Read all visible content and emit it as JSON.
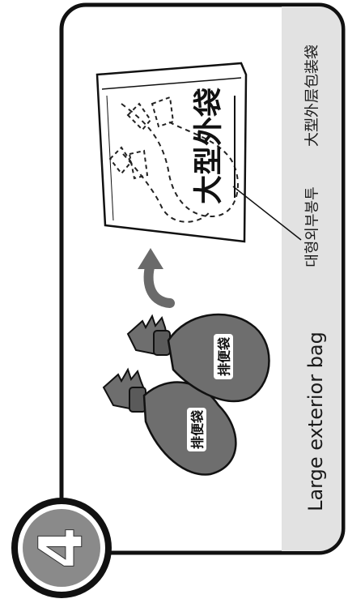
{
  "step": {
    "number": "4"
  },
  "illustration": {
    "small_bag_label_1": "排便袋",
    "small_bag_label_2": "排便袋",
    "big_bag_label": "大型外袋"
  },
  "captions": {
    "english": "Large exterior bag",
    "korean": "대형외부봉투",
    "chinese": "大型外层包装袋"
  },
  "colors": {
    "frame": "#111111",
    "caption_panel": "#e2e2e2",
    "bag_fill": "#6e6e6e",
    "badge_fill": "#8a8a8a",
    "badge_outer": "#111111",
    "label_bg": "#ffffff",
    "arrow": "#6a6a6a"
  }
}
